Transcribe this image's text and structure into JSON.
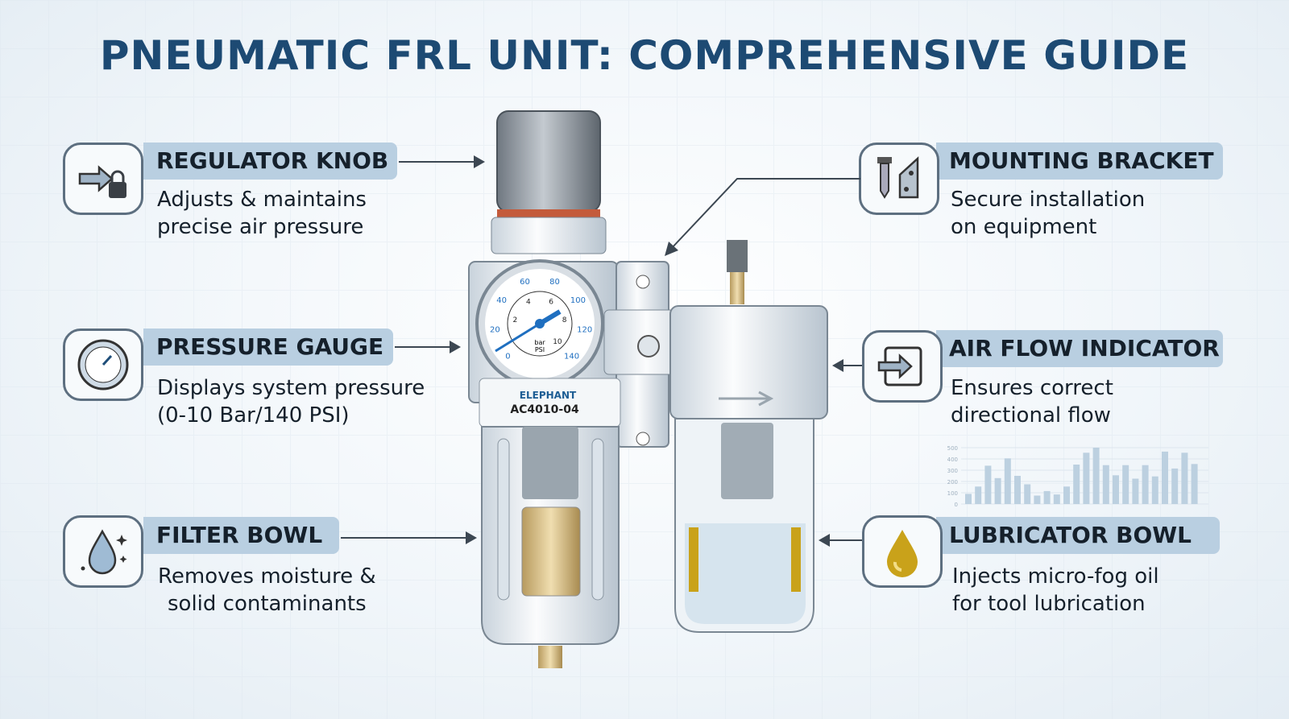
{
  "title": "PNEUMATIC FRL UNIT: COMPREHENSIVE GUIDE",
  "callouts": {
    "regulator": {
      "label": "REGULATOR KNOB",
      "desc1": "Adjusts & maintains",
      "desc2": "precise air pressure",
      "icon": "arrow-lock-icon"
    },
    "gauge": {
      "label": "PRESSURE GAUGE",
      "desc1": "Displays system pressure",
      "desc2": "(0-10 Bar/140 PSI)",
      "icon": "gauge-icon"
    },
    "filter": {
      "label": "FILTER BOWL",
      "desc1": "Removes moisture &",
      "desc2": "solid contaminants",
      "icon": "water-drop-icon"
    },
    "bracket": {
      "label": "MOUNTING BRACKET",
      "desc1": "Secure installation",
      "desc2": "on equipment",
      "icon": "screw-bracket-icon"
    },
    "airflow": {
      "label": "AIR FLOW INDICATOR",
      "desc1": "Ensures correct",
      "desc2": "directional flow",
      "icon": "arrow-box-icon"
    },
    "lubricator": {
      "label": "LUBRICATOR BOWL",
      "desc1": "Injects micro-fog oil",
      "desc2": "for tool lubrication",
      "icon": "oil-drop-icon"
    }
  },
  "device": {
    "brand": "ELEPHANT",
    "model": "AC4010-04",
    "gauge_psi_ticks": [
      "0",
      "20",
      "40",
      "60",
      "80",
      "100",
      "120",
      "140"
    ],
    "gauge_bar_ticks": [
      "2",
      "4",
      "6",
      "8",
      "10"
    ],
    "gauge_units_top": "bar",
    "gauge_units_bottom": "PSI"
  },
  "colors": {
    "title": "#1d4a73",
    "pill": "#b9cfe1",
    "needle": "#1f6fc0",
    "oil": "#c9a21a"
  },
  "decor_chart": {
    "yticks": [
      "500",
      "400",
      "300",
      "200",
      "100",
      "0"
    ],
    "values": [
      90,
      155,
      340,
      230,
      405,
      250,
      175,
      75,
      115,
      85,
      155,
      350,
      455,
      500,
      345,
      255,
      345,
      225,
      345,
      245,
      465,
      315,
      455,
      355
    ]
  }
}
